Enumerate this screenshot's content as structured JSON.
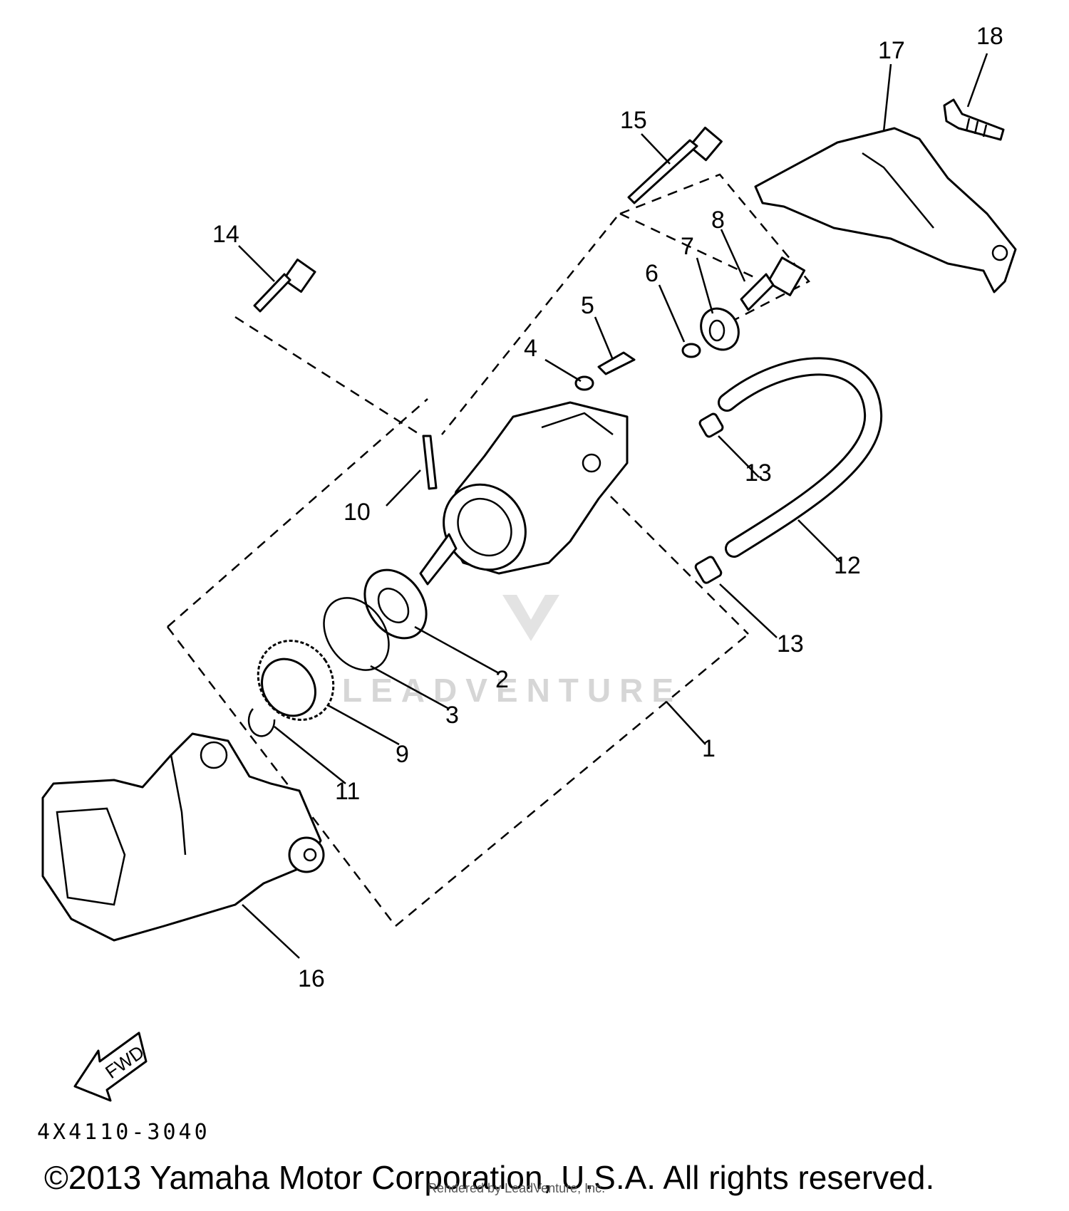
{
  "diagram": {
    "labels": [
      "1",
      "2",
      "3",
      "4",
      "5",
      "6",
      "7",
      "8",
      "9",
      "10",
      "11",
      "12",
      "13",
      "13",
      "14",
      "15",
      "16",
      "17",
      "18"
    ],
    "direction_arrow": "FWD",
    "part_code": "4X4110-3040",
    "watermark": "LEADVENTURE"
  },
  "footer": {
    "copyright": "©2013 Yamaha Motor Corporation, U.S.A. All rights reserved.",
    "rendered_by": "Rendered by LeadVenture, Inc."
  }
}
